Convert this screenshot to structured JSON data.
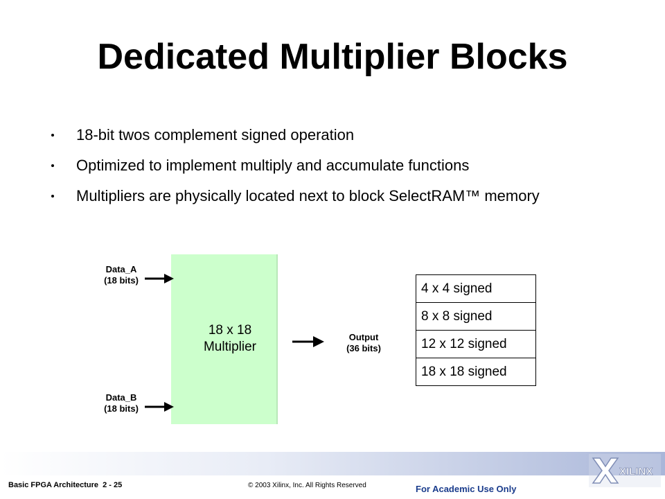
{
  "title": "Dedicated Multiplier Blocks",
  "bullets": [
    "18-bit twos complement signed operation",
    "Optimized to implement multiply and accumulate functions",
    "Multipliers are physically located next to block SelectRAM™ memory"
  ],
  "diagram": {
    "block_line1": "18 x 18",
    "block_line2": "Multiplier",
    "input_a_name": "Data_A",
    "input_a_bits": "(18 bits)",
    "input_b_name": "Data_B",
    "input_b_bits": "(18 bits)",
    "output_name": "Output",
    "output_bits": "(36 bits)",
    "block_color": "#ccffcc"
  },
  "modes": [
    "4 x 4 signed",
    "8 x 8 signed",
    "12 x 12 signed",
    "18 x 18 signed"
  ],
  "footer": {
    "course": "Basic FPGA Architecture  2 - 25",
    "copyright": "© 2003 Xilinx, Inc. All Rights Reserved",
    "usage": "For Academic Use Only",
    "logo_text": "XILINX"
  }
}
